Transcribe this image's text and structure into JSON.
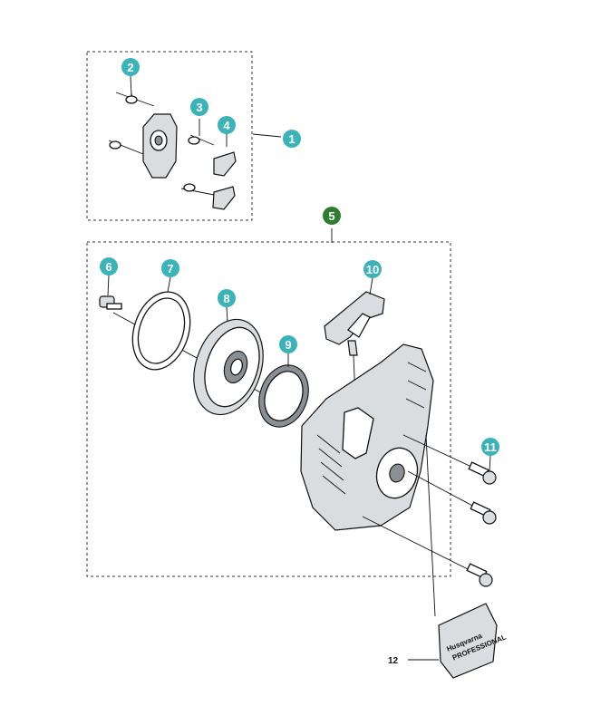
{
  "colors": {
    "callout_teal": "#3bb3b8",
    "callout_green": "#2e7d32",
    "line": "#111111",
    "part_fill": "#d9dde0"
  },
  "callouts": {
    "c1": "1",
    "c2": "2",
    "c3": "3",
    "c4": "4",
    "c5": "5",
    "c6": "6",
    "c7": "7",
    "c8": "8",
    "c9": "9",
    "c10": "10",
    "c11": "11",
    "c12": "12"
  },
  "decal": {
    "brand": "Husqvarna",
    "subtitle": "PROFESSIONAL"
  }
}
